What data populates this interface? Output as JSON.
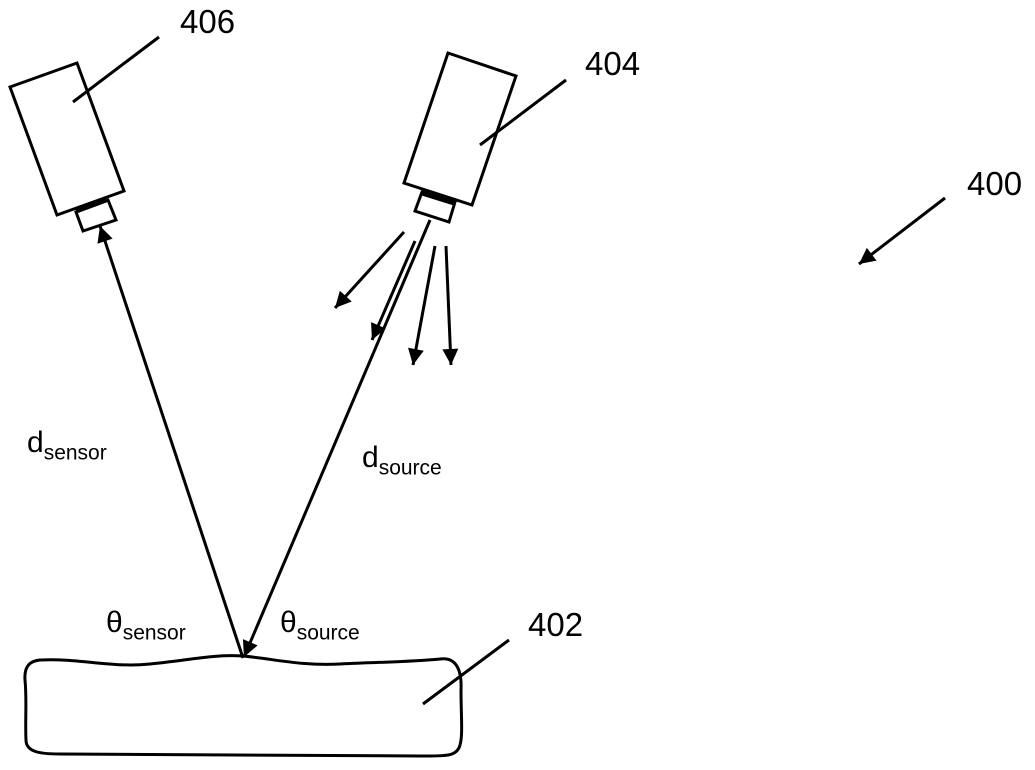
{
  "labels": {
    "sensor_ref": "406",
    "source_ref": "404",
    "system_ref": "400",
    "surface_ref": "402",
    "d_sensor": {
      "base": "d",
      "sub": "sensor"
    },
    "d_source": {
      "base": "d",
      "sub": "source"
    },
    "theta_sensor": {
      "base": "θ",
      "sub": "sensor"
    },
    "theta_source": {
      "base": "θ",
      "sub": "source"
    }
  }
}
